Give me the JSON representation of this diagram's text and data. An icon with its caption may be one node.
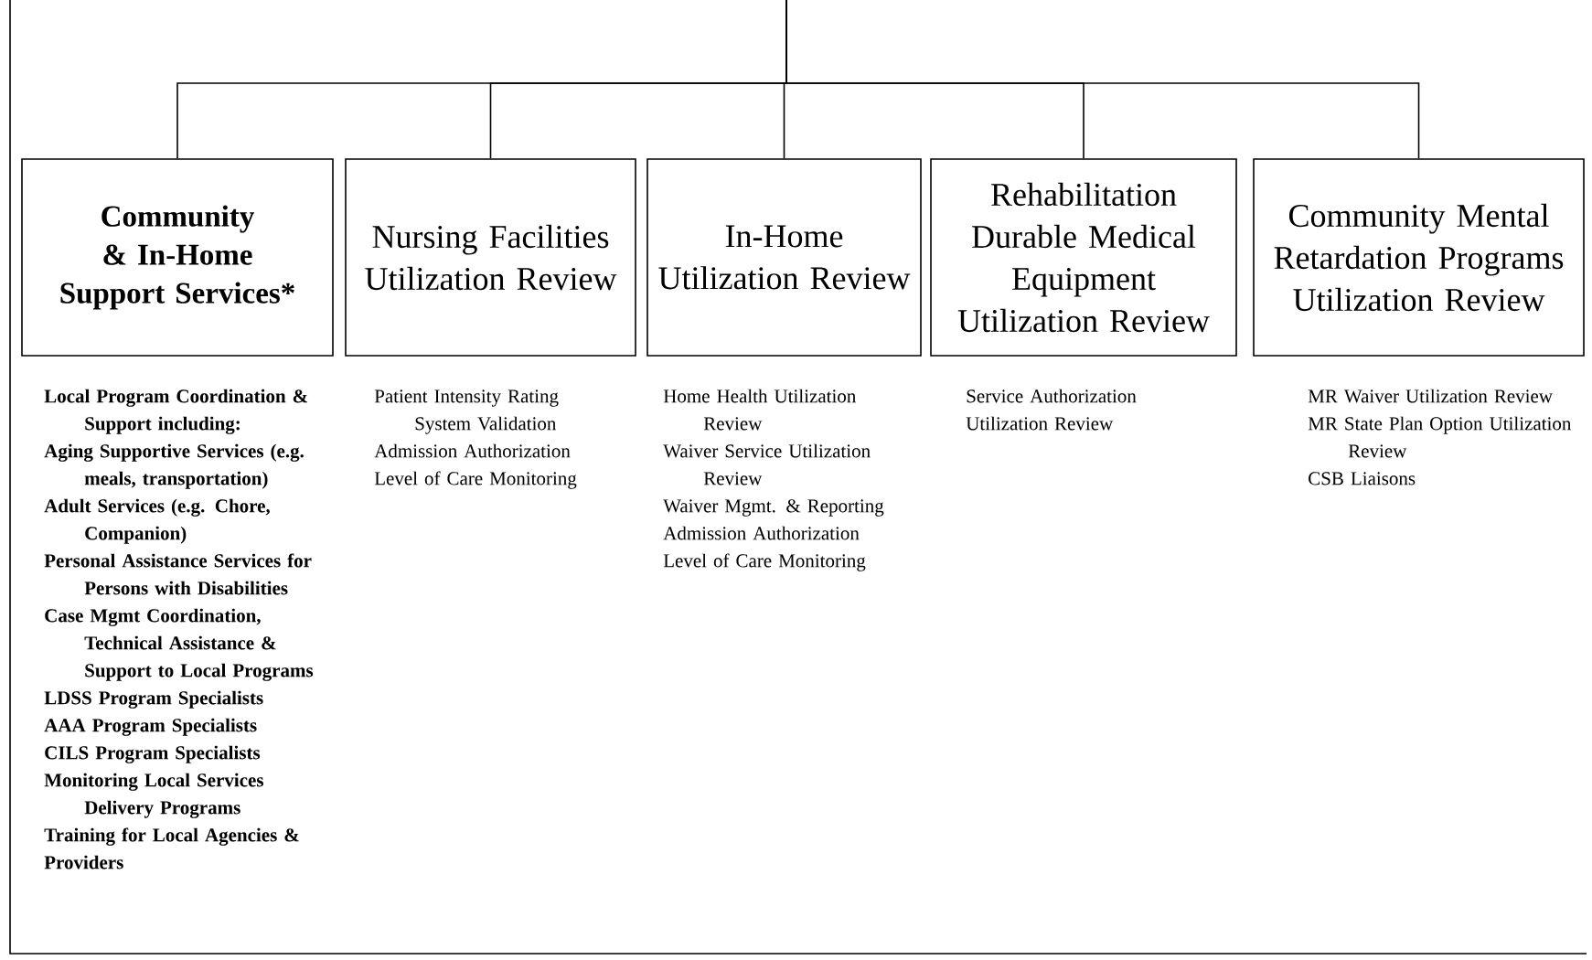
{
  "diagram": {
    "nodes": [
      {
        "text": [
          "Community & In-Home Support Services*"
        ],
        "beside": [
          "Local Program Coordination & Support including:",
          "Aging Supportive Services (e.g. meals, transportation)",
          "Adult Services (e.g. Chore, Companion)",
          "Personal Assistance Services for Persons with Disabilities",
          "Case Mgmt Coordination, Technical Assistance & Support to Local Programs",
          "LDSS Program Specialists",
          "AAA Program Specialists",
          "CILS Program Specialists",
          "Monitoring Local Services Delivery Programs",
          "Training for Local Agencies & Providers"
        ]
      },
      {
        "text": [
          "Nursing Facilities Utilization Review"
        ],
        "beside": [
          "Patient Intensity Rating System Validation",
          "Admission Authorization",
          "Level of Care Monitoring"
        ]
      },
      {
        "text": [
          "In-Home Utilization Review"
        ],
        "beside": [
          "Home Health Utilization Review",
          "Waiver Service Utilization Review",
          "Waiver Mgmt. & Reporting",
          "Admission Authorization",
          "Level of Care Monitoring"
        ]
      },
      {
        "text": [
          "Rehabilitation Durable Medical Equipment Utilization Review"
        ],
        "beside": [
          "Service Authorization Utilization Review"
        ]
      },
      {
        "text": [
          "Community Mental Retardation Programs Utilization Review"
        ],
        "beside": [
          "MR Waiver Utilization Review",
          "MR State Plan Option Utilization Review",
          "CSB Liaisons"
        ]
      }
    ],
    "edges": [
      {
        "from": null,
        "to": 0,
        "arrow": "none"
      },
      {
        "from": null,
        "to": 1,
        "arrow": "none"
      },
      {
        "from": null,
        "to": 2,
        "arrow": "none"
      },
      {
        "from": null,
        "to": 3,
        "arrow": "none"
      },
      {
        "from": null,
        "to": 4,
        "arrow": "none"
      }
    ]
  }
}
